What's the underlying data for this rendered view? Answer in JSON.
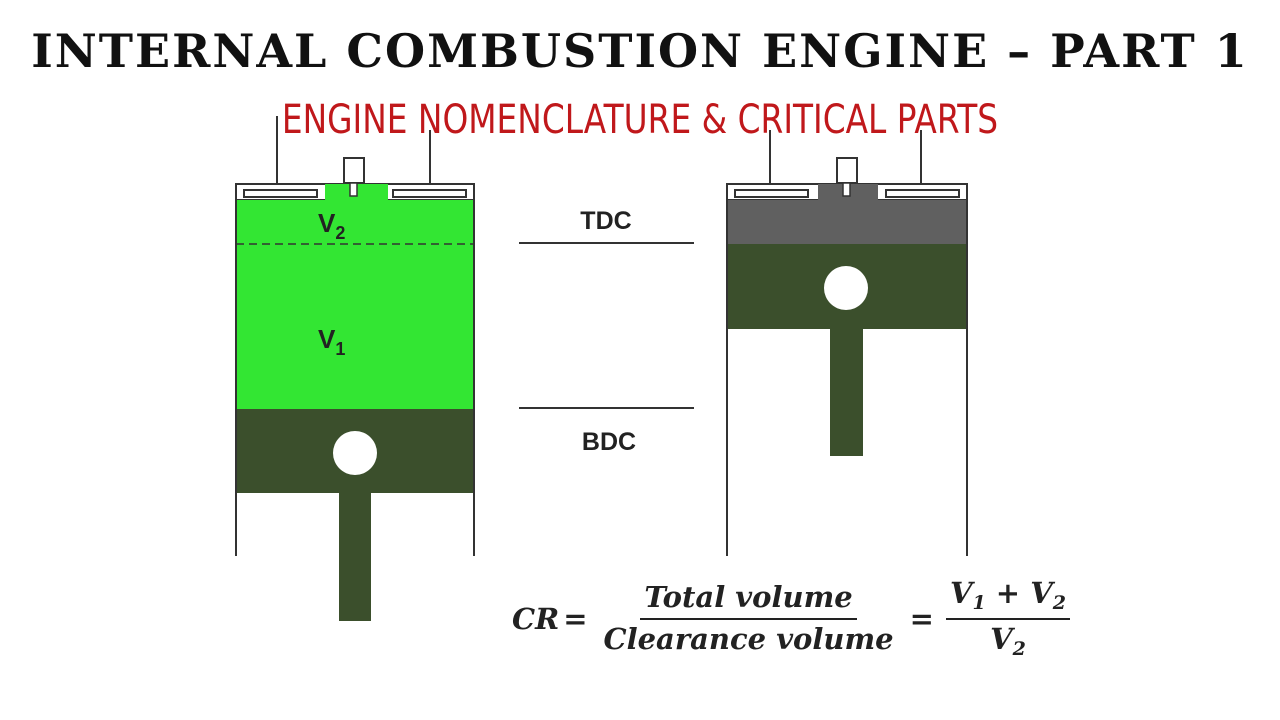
{
  "title": "INTERNAL COMBUSTION ENGINE – PART 1",
  "subtitle": "ENGINE NOMENCLATURE & CRITICAL PARTS",
  "labels": {
    "tdc": "TDC",
    "bdc": "BDC",
    "v2": "V",
    "v2_sub": "2",
    "v1": "V",
    "v1_sub": "1"
  },
  "formula": {
    "lhs": "CR",
    "equals": "=",
    "numerator": "Total volume",
    "denominator": "Clearance volume",
    "rhs_num_a": "V",
    "rhs_num_a_sub": "1",
    "rhs_plus": " + ",
    "rhs_num_b": "V",
    "rhs_num_b_sub": "2",
    "rhs_den": "V",
    "rhs_den_sub": "2"
  },
  "colors": {
    "gas": "#33e633",
    "piston": "#3b4f2c",
    "clearance_gray": "#606060",
    "title": "#111111",
    "subtitle": "#c0181b"
  }
}
